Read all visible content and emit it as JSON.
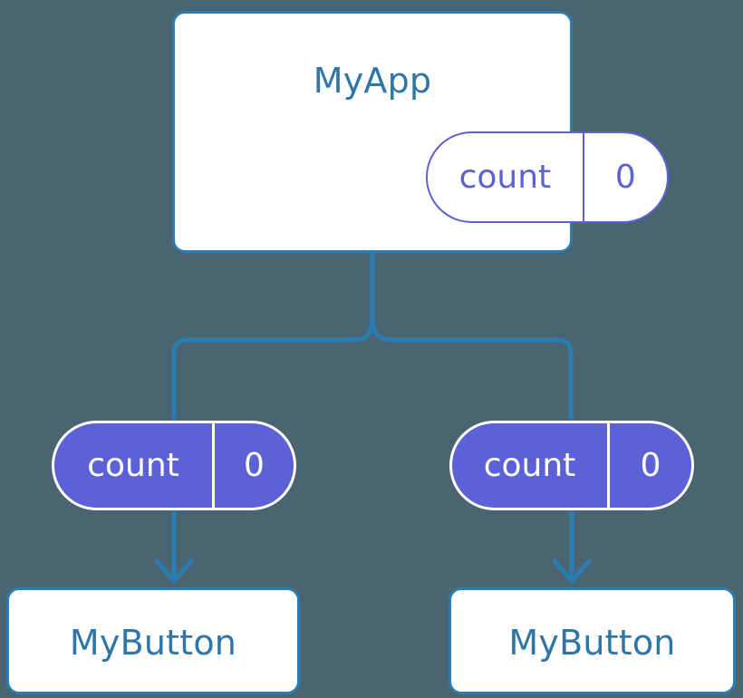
{
  "diagram": {
    "title": "MyApp component tree with count state propagated to MyButton children",
    "background_color": "#4a6571",
    "accent_color": "#2b7cb0",
    "text_color": "#2e76a8",
    "state_color": "#5c62d6",
    "box_fill": "#ffffff"
  },
  "root": {
    "name": "root-component",
    "label": "MyApp",
    "state": {
      "key": "count",
      "value": "0"
    }
  },
  "children": [
    {
      "name": "child-left",
      "label": "MyButton",
      "props": {
        "key": "count",
        "value": "0"
      }
    },
    {
      "name": "child-right",
      "label": "MyButton",
      "props": {
        "key": "count",
        "value": "0"
      }
    }
  ],
  "connectors": {
    "trunk_label": "state-flow-trunk",
    "branch_left_label": "state-flow-branch-left",
    "branch_right_label": "state-flow-branch-right",
    "arrow_left_label": "props-arrow-left",
    "arrow_right_label": "props-arrow-right"
  }
}
